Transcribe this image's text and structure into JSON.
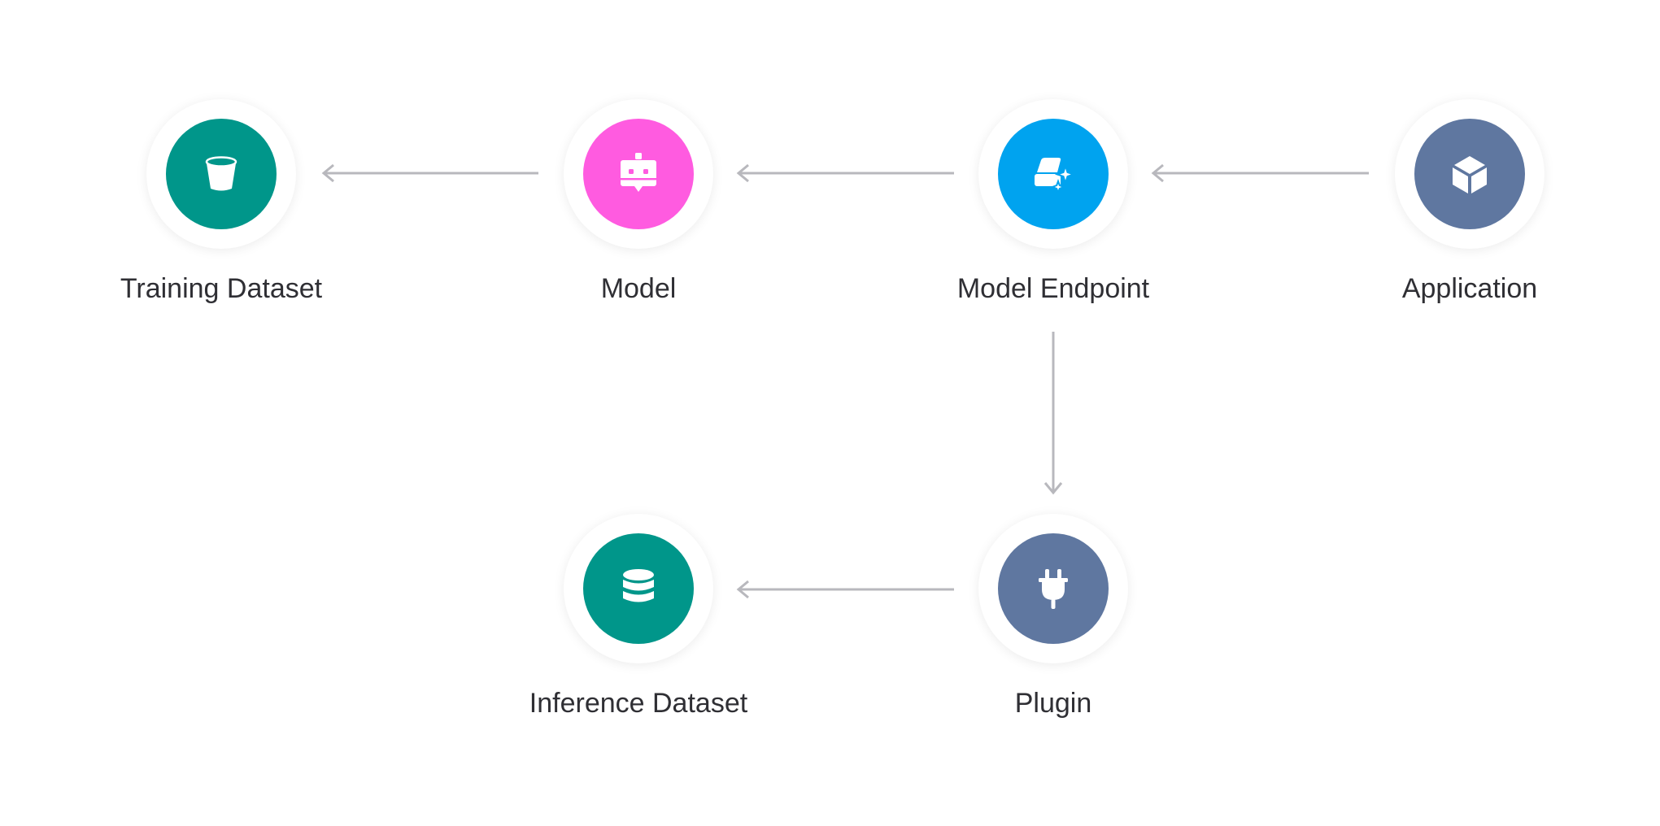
{
  "nodes": {
    "training_dataset": {
      "label": "Training Dataset",
      "icon": "bucket-icon",
      "color": "#00968A"
    },
    "model": {
      "label": "Model",
      "icon": "robot-chat-icon",
      "color": "#FF5BE0"
    },
    "model_endpoint": {
      "label": "Model Endpoint",
      "icon": "endpoint-sparkle-icon",
      "color": "#00A3EF"
    },
    "application": {
      "label": "Application",
      "icon": "cube-icon",
      "color": "#5F77A0"
    },
    "inference_dataset": {
      "label": "Inference Dataset",
      "icon": "database-icon",
      "color": "#00968A"
    },
    "plugin": {
      "label": "Plugin",
      "icon": "plug-icon",
      "color": "#5F77A0"
    }
  },
  "edges": [
    {
      "from": "model",
      "to": "training_dataset"
    },
    {
      "from": "model_endpoint",
      "to": "model"
    },
    {
      "from": "application",
      "to": "model_endpoint"
    },
    {
      "from": "model_endpoint",
      "to": "plugin"
    },
    {
      "from": "plugin",
      "to": "inference_dataset"
    }
  ],
  "colors": {
    "arrow": "#B8B8BD",
    "text": "#2F2F34"
  }
}
